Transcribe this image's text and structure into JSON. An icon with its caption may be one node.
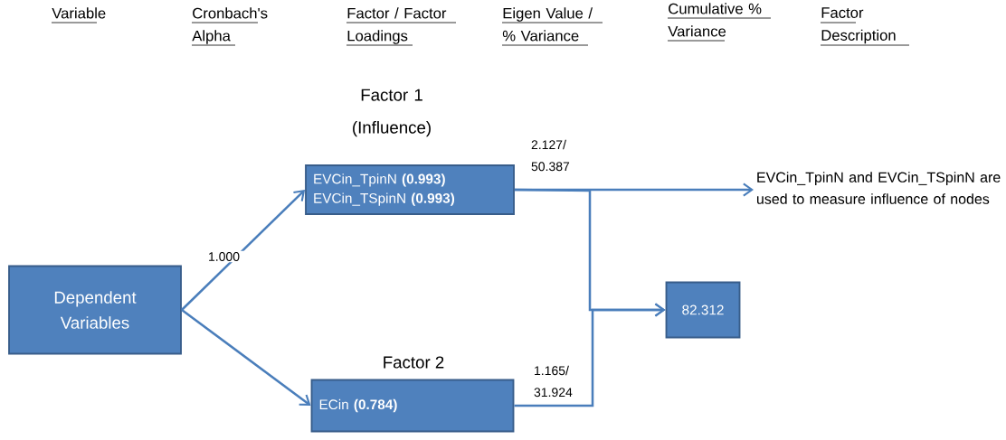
{
  "diagram": {
    "nodes": [
      {
        "text": [
          "Dependent Variables"
        ]
      },
      {
        "text": [
          "Factor 1 (Influence)",
          "EVCin_TpinN **(0.993)**",
          "EVCin_TSpinN **(0.993)**"
        ]
      },
      {
        "text": [
          "Factor 2",
          "ECin **(0.784)**"
        ]
      },
      {
        "text": [
          "82.312"
        ]
      },
      {
        "text": [
          "EVCin_TpinN and EVCin_TSpinN are used to measure influence of nodes"
        ]
      }
    ],
    "edges": [
      {
        "from": 0,
        "to": 1,
        "arrow": "to",
        "label": "1.000"
      },
      {
        "from": 0,
        "to": 2,
        "arrow": "to"
      },
      {
        "from": 1,
        "to": 4,
        "arrow": "to",
        "label": "2.127/ 50.387"
      },
      {
        "from": 1,
        "to": 3,
        "arrow": "to"
      },
      {
        "from": 2,
        "to": 3,
        "arrow": "to",
        "label": "1.165/ 31.924"
      }
    ],
    "labels": [
      "Variable",
      "Cronbach's Alpha",
      "Factor / Factor Loadings",
      "Eigen Value / % Variance",
      "Cumulative % Variance",
      "Factor Description"
    ]
  }
}
